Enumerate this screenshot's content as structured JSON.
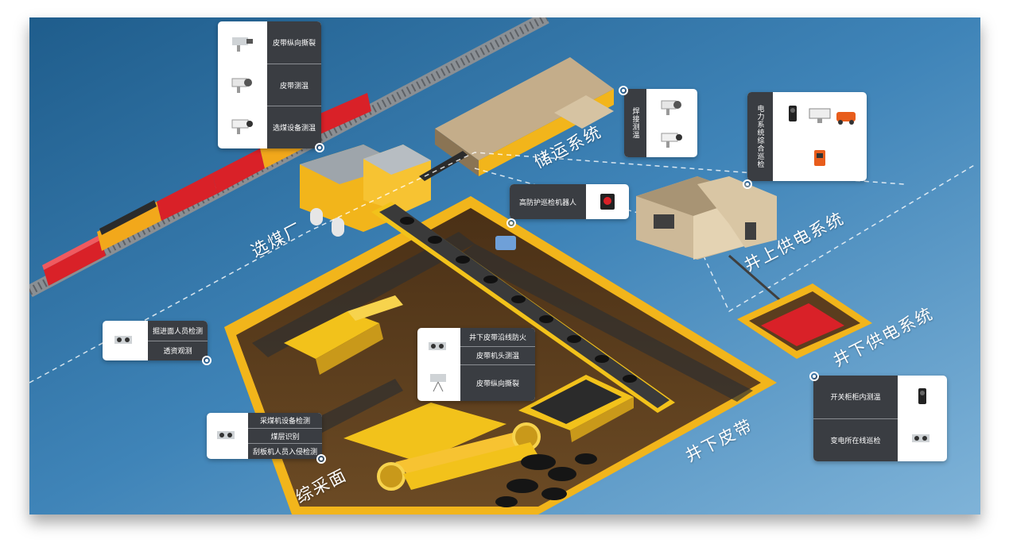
{
  "zones": {
    "coal_prep": "选煤厂",
    "storage": "储运系统",
    "surface_power": "井上供电系统",
    "underground_power": "井下供电系统",
    "underground_belt": "井下皮带",
    "mining_face": "综采面"
  },
  "callouts": {
    "prep_plant": [
      "皮带纵向撕裂",
      "皮带测温",
      "选煤设备测温"
    ],
    "storage": {
      "vertical": "焊接测温"
    },
    "power": {
      "vertical": "电力系统综合巡检"
    },
    "robot": [
      "高防护巡检机器人"
    ],
    "tunnel": [
      "掘进面人员检测",
      "透资观测"
    ],
    "belt": [
      "井下皮带沿线防火",
      "皮带机头测温",
      "皮带纵向撕裂"
    ],
    "face": [
      "采煤机设备检测",
      "煤层识别",
      "刮板机人员入侵检测"
    ],
    "substation": [
      "开关柜柜内测温",
      "变电所在线巡检"
    ]
  },
  "colors": {
    "sky": "#2f6f9e",
    "ground": "#6aa2cb",
    "pit": "#5b3d1e",
    "machine": "#f2c21b",
    "train": "#d92128",
    "panel": "#3a3d42"
  }
}
